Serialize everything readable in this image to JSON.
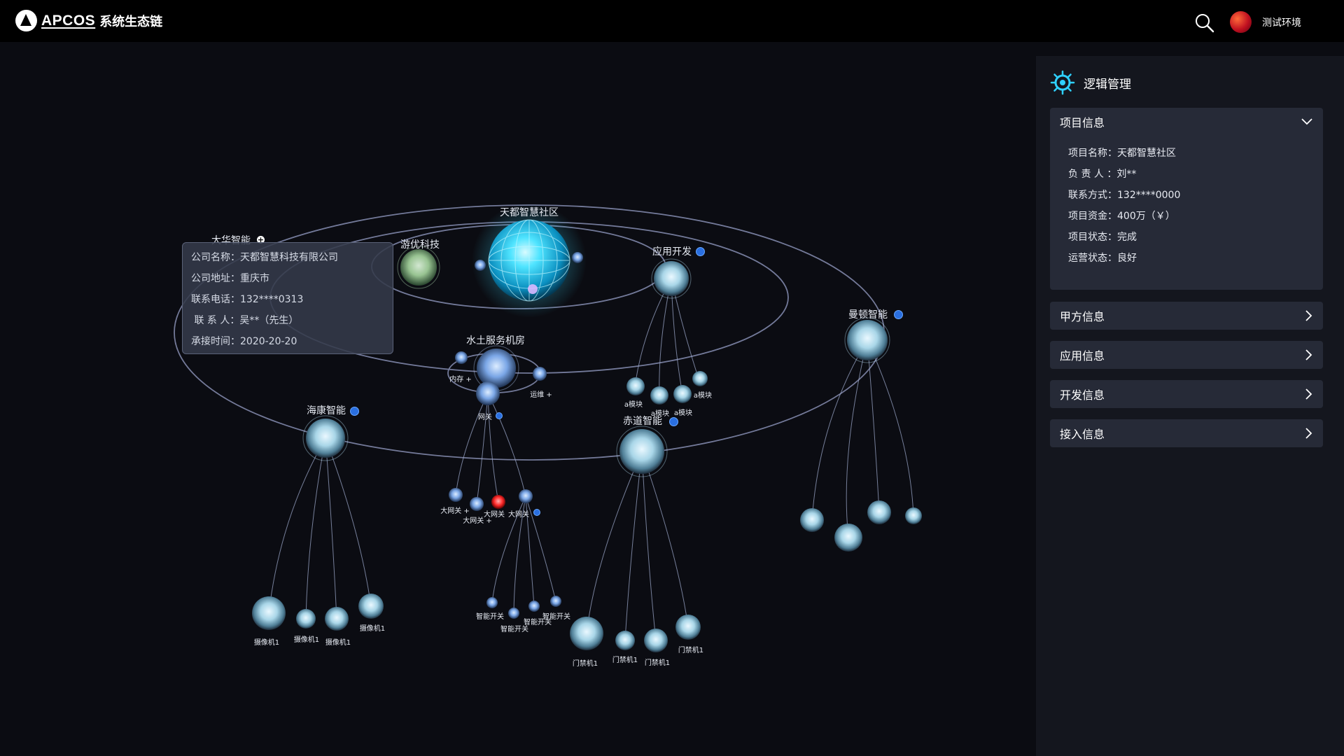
{
  "header": {
    "logo_text": "APCOS",
    "app_name": "系统生态链",
    "env_label": "测试环境"
  },
  "graph": {
    "center_label": "天都智慧社区",
    "nodes": [
      {
        "label": "大华智能"
      },
      {
        "label": "游优科技"
      },
      {
        "label": "应用开发"
      },
      {
        "label": "曼顿智能"
      },
      {
        "label": "水土服务机房"
      },
      {
        "label": "海康智能"
      },
      {
        "label": "赤道智能"
      }
    ],
    "sub_labels": {
      "memory": "内存 +",
      "ops": "运维 +",
      "gateway": "网关",
      "module": "a模块",
      "big_gateway_plus": "大网关 +",
      "big_gateway": "大网关",
      "big_gateway_plain": "大网关",
      "switch": "智能开关",
      "camera": "摄像机1",
      "door": "门禁机1"
    }
  },
  "tooltip": {
    "rows": [
      {
        "key": "公司名称：",
        "value": "天都智慧科技有限公司"
      },
      {
        "key": "公司地址：",
        "value": "重庆市"
      },
      {
        "key": "联系电话：",
        "value": "132****0313"
      },
      {
        "key": " 联 系 人：",
        "value": "吴**（先生）"
      },
      {
        "key": "承接时间：",
        "value": "2020-20-20"
      }
    ]
  },
  "panel": {
    "title": "逻辑管理",
    "sections": [
      {
        "label": "项目信息"
      },
      {
        "label": "甲方信息"
      },
      {
        "label": "应用信息"
      },
      {
        "label": "开发信息"
      },
      {
        "label": "接入信息"
      }
    ],
    "project_info": [
      {
        "key": "项目名称：",
        "value": "天都智慧社区"
      },
      {
        "key": "负 责 人 ：",
        "value": "刘**"
      },
      {
        "key": "联系方式：",
        "value": "132****0000"
      },
      {
        "key": "项目资金：",
        "value": "400万（￥）"
      },
      {
        "key": "项目状态：",
        "value": "完成"
      },
      {
        "key": "运营状态：",
        "value": "良好"
      }
    ]
  },
  "colors": {
    "background": "#0b0c12",
    "orbit": "#8e96bc",
    "node_glow": "#bfe8ff",
    "globe": "#2fd8ff",
    "alert_node": "#ff2a2a",
    "badge": "#2a6fe0"
  }
}
